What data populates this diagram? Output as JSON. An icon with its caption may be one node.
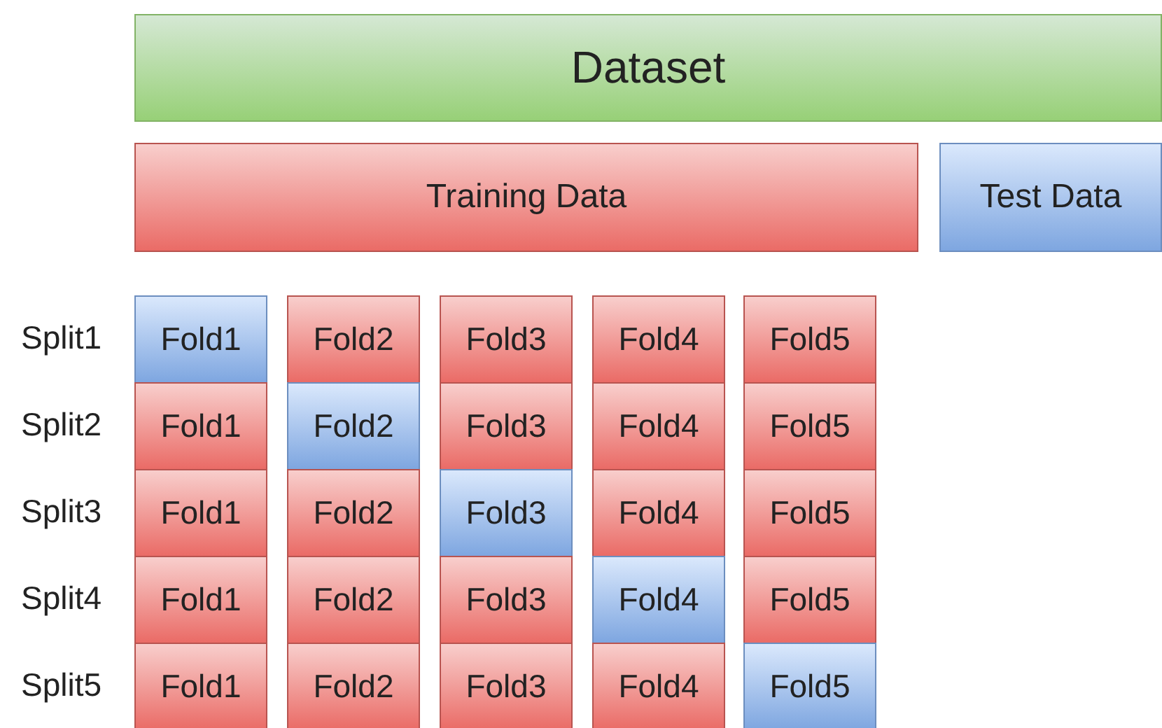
{
  "diagram": {
    "nodes": [
      {
        "text": [
          "Dataset"
        ]
      },
      {
        "text": [
          "Training Data"
        ]
      },
      {
        "text": [
          "Test Data"
        ]
      },
      {
        "text": [
          "Fold1"
        ]
      },
      {
        "text": [
          "Fold2"
        ]
      },
      {
        "text": [
          "Fold3"
        ]
      },
      {
        "text": [
          "Fold4"
        ]
      },
      {
        "text": [
          "Fold5"
        ]
      },
      {
        "text": [
          "Fold1"
        ]
      },
      {
        "text": [
          "Fold2"
        ]
      },
      {
        "text": [
          "Fold3"
        ]
      },
      {
        "text": [
          "Fold4"
        ]
      },
      {
        "text": [
          "Fold5"
        ]
      },
      {
        "text": [
          "Fold1"
        ]
      },
      {
        "text": [
          "Fold2"
        ]
      },
      {
        "text": [
          "Fold3"
        ]
      },
      {
        "text": [
          "Fold4"
        ]
      },
      {
        "text": [
          "Fold5"
        ]
      },
      {
        "text": [
          "Fold1"
        ]
      },
      {
        "text": [
          "Fold2"
        ]
      },
      {
        "text": [
          "Fold3"
        ]
      },
      {
        "text": [
          "Fold4"
        ]
      },
      {
        "text": [
          "Fold5"
        ]
      },
      {
        "text": [
          "Fold1"
        ]
      },
      {
        "text": [
          "Fold2"
        ]
      },
      {
        "text": [
          "Fold3"
        ]
      },
      {
        "text": [
          "Fold4"
        ]
      },
      {
        "text": [
          "Fold5"
        ]
      }
    ],
    "edges": [],
    "labels": [
      "Split1",
      "Split2",
      "Split3",
      "Split4",
      "Split5"
    ]
  }
}
